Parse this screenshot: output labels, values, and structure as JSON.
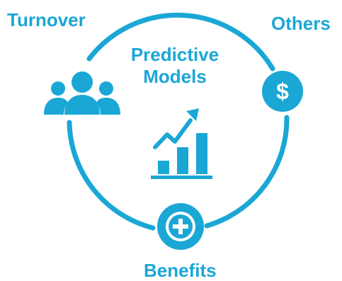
{
  "colors": {
    "accent": "#1aa7d6",
    "background": "#ffffff"
  },
  "nodes": {
    "top_left": {
      "label": "Turnover",
      "icon": "people-group-icon"
    },
    "top_right": {
      "label": "Others",
      "icon": "dollar-circle-icon"
    },
    "bottom": {
      "label": "Benefits",
      "icon": "plus-circle-icon"
    }
  },
  "center": {
    "line1": "Predictive",
    "line2": "Models",
    "icon": "bar-chart-trend-icon"
  }
}
